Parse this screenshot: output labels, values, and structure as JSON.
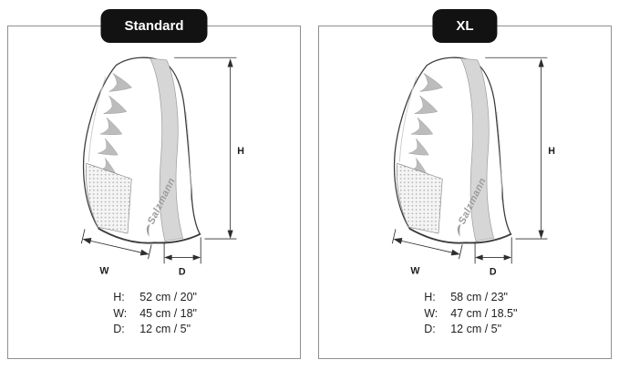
{
  "panels": [
    {
      "id": "standard",
      "tab_label": "Standard",
      "brand": "Salzmann",
      "dimension_letters": {
        "height": "H",
        "width": "W",
        "depth": "D"
      },
      "specs": [
        {
          "label": "H:",
          "value": "52 cm / 20\""
        },
        {
          "label": "W:",
          "value": "45 cm / 18\""
        },
        {
          "label": "D:",
          "value": "12 cm / 5\""
        }
      ]
    },
    {
      "id": "xl",
      "tab_label": "XL",
      "brand": "Salzmann",
      "dimension_letters": {
        "height": "H",
        "width": "W",
        "depth": "D"
      },
      "specs": [
        {
          "label": "H:",
          "value": "58 cm / 23\""
        },
        {
          "label": "W:",
          "value": "47 cm / 18.5\""
        },
        {
          "label": "D:",
          "value": "12 cm / 5\""
        }
      ]
    }
  ],
  "colors": {
    "tab_bg": "#121212",
    "tab_text": "#ffffff",
    "outline": "#3c3c3c",
    "stripe": "#d6d6d6",
    "chevron": "#bcbcbc",
    "panel_border": "#8f8f8f"
  }
}
